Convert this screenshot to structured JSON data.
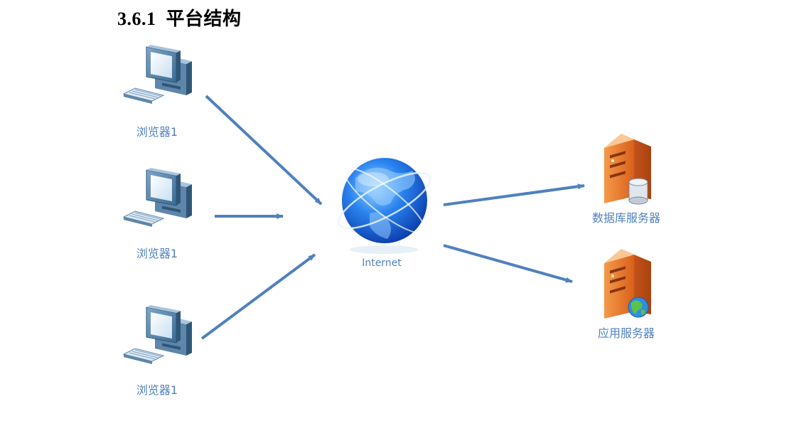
{
  "heading": {
    "number": "3.6.1",
    "title": "平台结构"
  },
  "nodes": {
    "browser_top": "浏览器1",
    "browser_mid": "浏览器1",
    "browser_bot": "浏览器1",
    "internet": "Internet",
    "db_server": "数据库服务器",
    "app_server": "应用服务器"
  },
  "colors": {
    "arrow": "#4f81bd",
    "label": "#4f81bd",
    "server_orange": "#e9792b",
    "globe_blue": "#1e6fe0"
  },
  "icons": {
    "browser": "desktop-computer-icon",
    "internet": "globe-icon",
    "db_server": "database-server-icon",
    "app_server": "web-server-icon"
  }
}
